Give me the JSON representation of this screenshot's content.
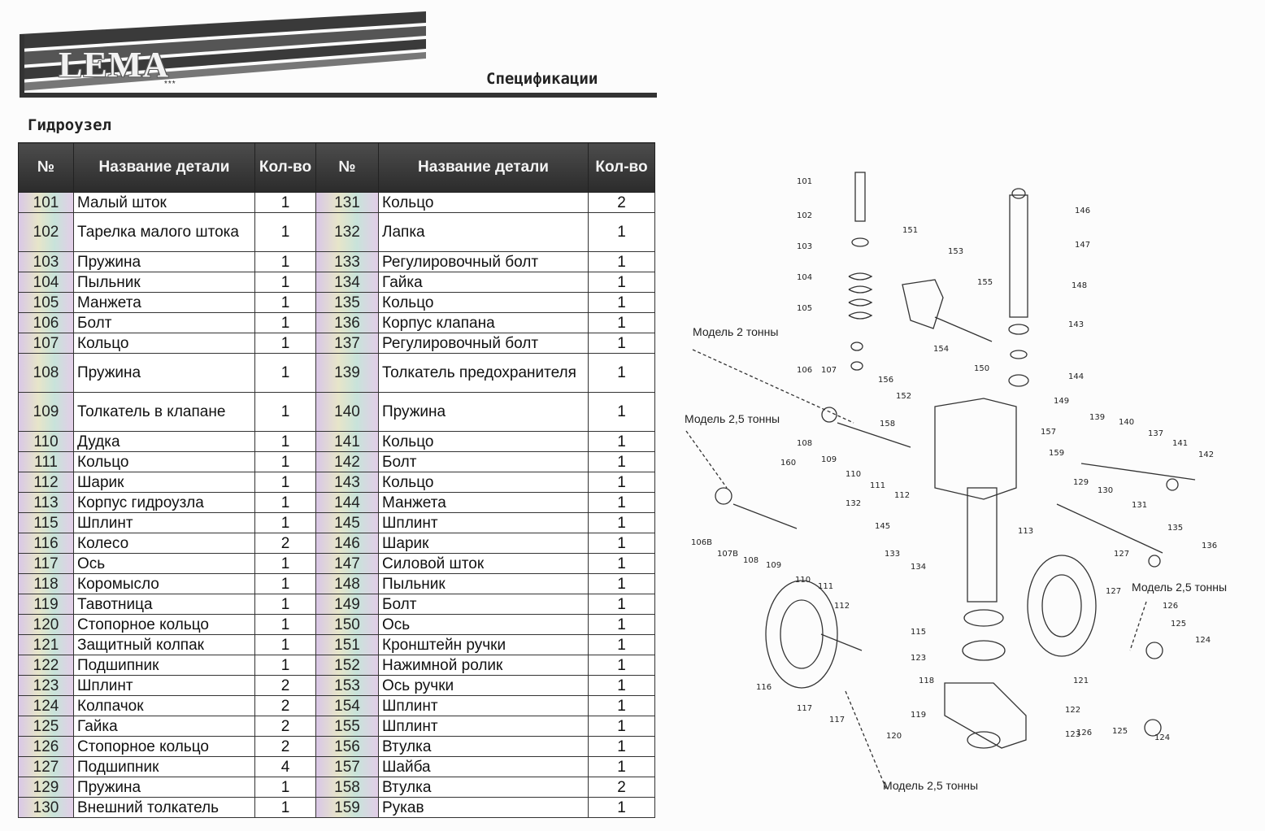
{
  "header": {
    "logo_text": "LEMA",
    "logo_stars": "***",
    "title": "Спецификации"
  },
  "section_title": "Гидроузел",
  "table": {
    "headers": [
      "№",
      "Название детали",
      "Кол-во",
      "№",
      "Название детали",
      "Кол-во"
    ],
    "rows": [
      {
        "n1": "101",
        "name1": "Малый шток",
        "q1": "1",
        "n2": "131",
        "name2": "Кольцо",
        "q2": "2"
      },
      {
        "n1": "102",
        "name1": "Тарелка малого штока",
        "q1": "1",
        "n2": "132",
        "name2": "Лапка",
        "q2": "1"
      },
      {
        "n1": "103",
        "name1": "Пружина",
        "q1": "1",
        "n2": "133",
        "name2": "Регулировочный болт",
        "q2": "1"
      },
      {
        "n1": "104",
        "name1": "Пыльник",
        "q1": "1",
        "n2": "134",
        "name2": "Гайка",
        "q2": "1"
      },
      {
        "n1": "105",
        "name1": "Манжета",
        "q1": "1",
        "n2": "135",
        "name2": "Кольцо",
        "q2": "1"
      },
      {
        "n1": "106",
        "name1": "Болт",
        "q1": "1",
        "n2": "136",
        "name2": "Корпус клапана",
        "q2": "1"
      },
      {
        "n1": "107",
        "name1": "Кольцо",
        "q1": "1",
        "n2": "137",
        "name2": "Регулировочный болт",
        "q2": "1"
      },
      {
        "n1": "108",
        "name1": "Пружина",
        "q1": "1",
        "n2": "139",
        "name2": "Толкатель предохранителя",
        "q2": "1"
      },
      {
        "n1": "109",
        "name1": "Толкатель в клапане",
        "q1": "1",
        "n2": "140",
        "name2": "Пружина",
        "q2": "1"
      },
      {
        "n1": "110",
        "name1": "Дудка",
        "q1": "1",
        "n2": "141",
        "name2": "Кольцо",
        "q2": "1"
      },
      {
        "n1": "111",
        "name1": "Кольцо",
        "q1": "1",
        "n2": "142",
        "name2": "Болт",
        "q2": "1"
      },
      {
        "n1": "112",
        "name1": "Шарик",
        "q1": "1",
        "n2": "143",
        "name2": "Кольцо",
        "q2": "1"
      },
      {
        "n1": "113",
        "name1": "Корпус гидроузла",
        "q1": "1",
        "n2": "144",
        "name2": "Манжета",
        "q2": "1"
      },
      {
        "n1": "115",
        "name1": "Шплинт",
        "q1": "1",
        "n2": "145",
        "name2": "Шплинт",
        "q2": "1"
      },
      {
        "n1": "116",
        "name1": "Колесо",
        "q1": "2",
        "n2": "146",
        "name2": "Шарик",
        "q2": "1"
      },
      {
        "n1": "117",
        "name1": "Ось",
        "q1": "1",
        "n2": "147",
        "name2": "Силовой шток",
        "q2": "1"
      },
      {
        "n1": "118",
        "name1": "Коромысло",
        "q1": "1",
        "n2": "148",
        "name2": "Пыльник",
        "q2": "1"
      },
      {
        "n1": "119",
        "name1": "Тавотница",
        "q1": "1",
        "n2": "149",
        "name2": "Болт",
        "q2": "1"
      },
      {
        "n1": "120",
        "name1": "Стопорное кольцо",
        "q1": "1",
        "n2": "150",
        "name2": "Ось",
        "q2": "1"
      },
      {
        "n1": "121",
        "name1": "Защитный колпак",
        "q1": "1",
        "n2": "151",
        "name2": "Кронштейн ручки",
        "q2": "1"
      },
      {
        "n1": "122",
        "name1": "Подшипник",
        "q1": "1",
        "n2": "152",
        "name2": "Нажимной ролик",
        "q2": "1"
      },
      {
        "n1": "123",
        "name1": "Шплинт",
        "q1": "2",
        "n2": "153",
        "name2": "Ось ручки",
        "q2": "1"
      },
      {
        "n1": "124",
        "name1": "Колпачок",
        "q1": "2",
        "n2": "154",
        "name2": "Шплинт",
        "q2": "1"
      },
      {
        "n1": "125",
        "name1": "Гайка",
        "q1": "2",
        "n2": "155",
        "name2": "Шплинт",
        "q2": "1"
      },
      {
        "n1": "126",
        "name1": "Стопорное кольцо",
        "q1": "2",
        "n2": "156",
        "name2": "Втулка",
        "q2": "1"
      },
      {
        "n1": "127",
        "name1": "Подшипник",
        "q1": "4",
        "n2": "157",
        "name2": "Шайба",
        "q2": "1"
      },
      {
        "n1": "129",
        "name1": "Пружина",
        "q1": "1",
        "n2": "158",
        "name2": "Втулка",
        "q2": "2"
      },
      {
        "n1": "130",
        "name1": "Внешний толкатель",
        "q1": "1",
        "n2": "159",
        "name2": "Рукав",
        "q2": "1"
      }
    ]
  },
  "diagram": {
    "callouts": [
      "Модель 2 тонны",
      "Модель 2,5 тонны",
      "Модель 2,5 тонны",
      "Модель 2,5 тонны"
    ],
    "part_numbers": [
      "101",
      "102",
      "103",
      "104",
      "105",
      "106",
      "107",
      "108",
      "109",
      "110",
      "111",
      "112",
      "113",
      "115",
      "116",
      "117",
      "118",
      "119",
      "120",
      "121",
      "122",
      "123",
      "124",
      "125",
      "126",
      "127",
      "129",
      "130",
      "131",
      "132",
      "133",
      "134",
      "135",
      "136",
      "137",
      "139",
      "140",
      "141",
      "142",
      "143",
      "144",
      "145",
      "146",
      "147",
      "148",
      "149",
      "150",
      "151",
      "152",
      "153",
      "154",
      "155",
      "156",
      "157",
      "158",
      "159",
      "160",
      "106B",
      "107B",
      "108",
      "109",
      "110",
      "111",
      "112",
      "117",
      "123",
      "124",
      "125",
      "126",
      "127"
    ]
  }
}
